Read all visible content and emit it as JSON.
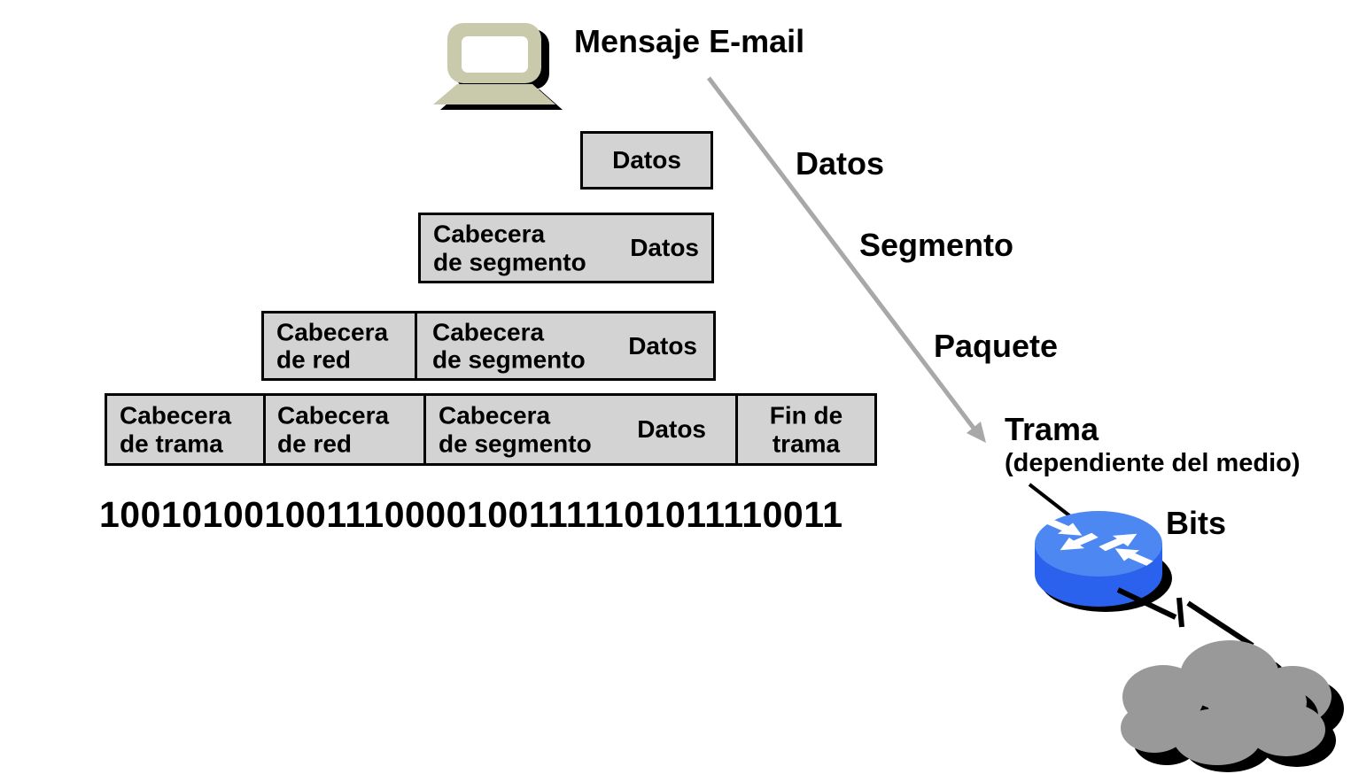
{
  "title": "Mensaje E-mail",
  "encapsulation_boxes": {
    "row1": {
      "datos": "Datos"
    },
    "row2": {
      "cabecera_segmento": "Cabecera\nde segmento",
      "datos": "Datos"
    },
    "row3": {
      "cabecera_red": "Cabecera\nde red",
      "cabecera_segmento": "Cabecera\nde segmento",
      "datos": "Datos"
    },
    "row4": {
      "cabecera_trama": "Cabecera\nde trama",
      "cabecera_red": "Cabecera\nde red",
      "cabecera_segmento": "Cabecera\nde segmento",
      "datos": "Datos",
      "fin_trama": "Fin de\ntrama"
    }
  },
  "bits": "1001010010011100001001111101011110011",
  "stages": {
    "datos": "Datos",
    "segmento": "Segmento",
    "paquete": "Paquete",
    "trama": "Trama",
    "trama_nota": "(dependiente del medio)",
    "bits": "Bits"
  },
  "icons": {
    "computer": "computer-icon",
    "arrow": "encapsulation-arrow-icon",
    "router": "router-icon",
    "serial_link": "serial-link-icon",
    "cloud": "cloud-icon"
  },
  "colors": {
    "background": "#ffffff",
    "box_fill": "#d3d3d3",
    "box_border": "#000000",
    "arrow_gray": "#a8a8a8",
    "computer_beige": "#c9c9ac",
    "router_top": "#4d87f2",
    "router_body": "#2a62ee",
    "cloud_gray": "#999999"
  }
}
